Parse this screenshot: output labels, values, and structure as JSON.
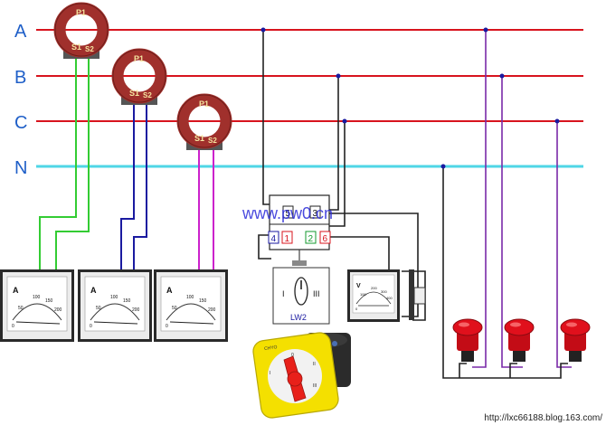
{
  "phases": {
    "a": "A",
    "b": "B",
    "c": "C",
    "n": "N"
  },
  "colors": {
    "phase_line": "#d8141e",
    "neutral_line": "#4fd6e6",
    "ct1_wires": "#33cc33",
    "ct2_wires": "#1a1aa0",
    "ct3_wires": "#cc22cc",
    "control_wires": "#222222",
    "lamp_wires": "#7a2aa8",
    "lamp_red": "#e0101c",
    "knob_red": "#e8201a",
    "switch_yellow": "#f4e000"
  },
  "ct": {
    "p1": "P1",
    "s1": "S1",
    "s2": "S2"
  },
  "ammeter": {
    "unit": "A",
    "t0": "0",
    "t50": "50",
    "t100": "100",
    "t150": "150",
    "t200": "200"
  },
  "voltmeter": {
    "unit": "V",
    "t0": "0",
    "t100": "100",
    "t200": "200",
    "t300": "300",
    "t400": "400"
  },
  "selector": {
    "watermark": "www.pw0.cn",
    "terminal_5": "5",
    "terminal_3": "3",
    "terminal_4": "4",
    "terminal_1": "1",
    "terminal_2": "2",
    "terminal_6": "6",
    "name": "LW2",
    "pos_left": "I",
    "pos_right": "III"
  },
  "switch_photo": {
    "brand": "CHYO",
    "p0": "0",
    "p1": "I",
    "p2": "II",
    "p3": "III"
  },
  "footer": {
    "url": "http://lxc66188.blog.163.com/"
  }
}
